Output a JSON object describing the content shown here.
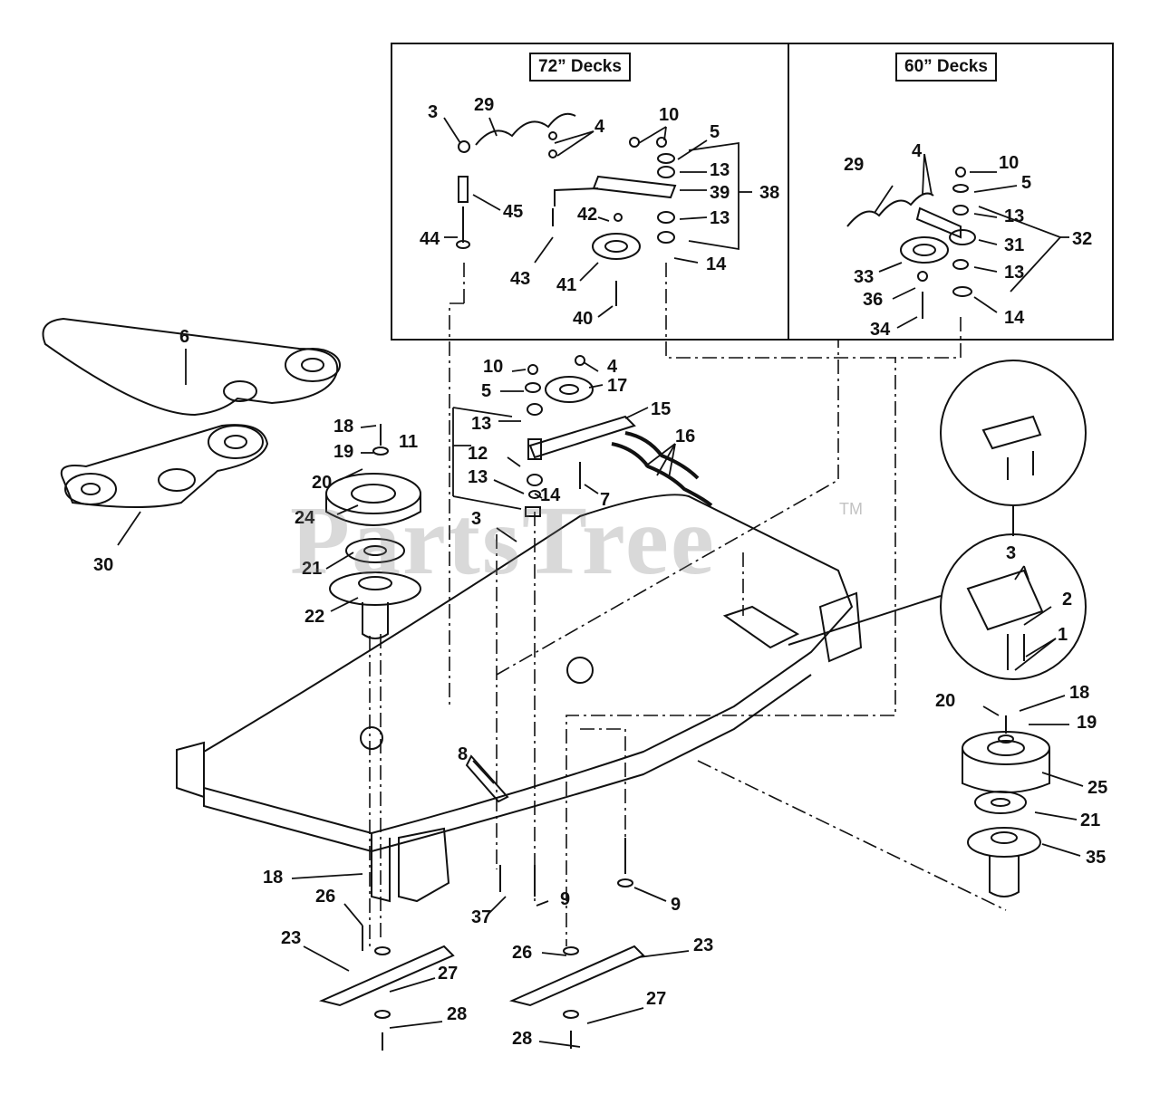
{
  "insets": {
    "left_title": "72” Decks",
    "right_title": "60” Decks"
  },
  "watermark": {
    "text": "PartsTree",
    "tm": "TM"
  },
  "callouts": {
    "c_3a": "3",
    "c_29a": "29",
    "c_4a": "4",
    "c_10a": "10",
    "c_5a": "5",
    "c_13a": "13",
    "c_38": "38",
    "c_39": "39",
    "c_13b": "13",
    "c_14a": "14",
    "c_45": "45",
    "c_44": "44",
    "c_42": "42",
    "c_43": "43",
    "c_41": "41",
    "c_40": "40",
    "c_29b": "29",
    "c_4b": "4",
    "c_10b": "10",
    "c_5b": "5",
    "c_13c": "13",
    "c_31": "31",
    "c_32": "32",
    "c_33": "33",
    "c_13d": "13",
    "c_36": "36",
    "c_34": "34",
    "c_14b": "14",
    "c_6": "6",
    "c_30": "30",
    "c_18a": "18",
    "c_19a": "19",
    "c_20a": "20",
    "c_24": "24",
    "c_21a": "21",
    "c_22": "22",
    "c_11": "11",
    "c_10c": "10",
    "c_4c": "4",
    "c_5c": "5",
    "c_17": "17",
    "c_15": "15",
    "c_13e": "13",
    "c_16": "16",
    "c_12": "12",
    "c_13f": "13",
    "c_14c": "14",
    "c_7": "7",
    "c_3b": "3",
    "c_3c": "3",
    "c_2": "2",
    "c_1": "1",
    "c_20b": "20",
    "c_18b": "18",
    "c_19b": "19",
    "c_25": "25",
    "c_21b": "21",
    "c_35": "35",
    "c_8": "8",
    "c_18c": "18",
    "c_26a": "26",
    "c_37": "37",
    "c_9a": "9",
    "c_9b": "9",
    "c_23a": "23",
    "c_27a": "27",
    "c_28a": "28",
    "c_26b": "26",
    "c_23b": "23",
    "c_27b": "27",
    "c_28b": "28"
  }
}
